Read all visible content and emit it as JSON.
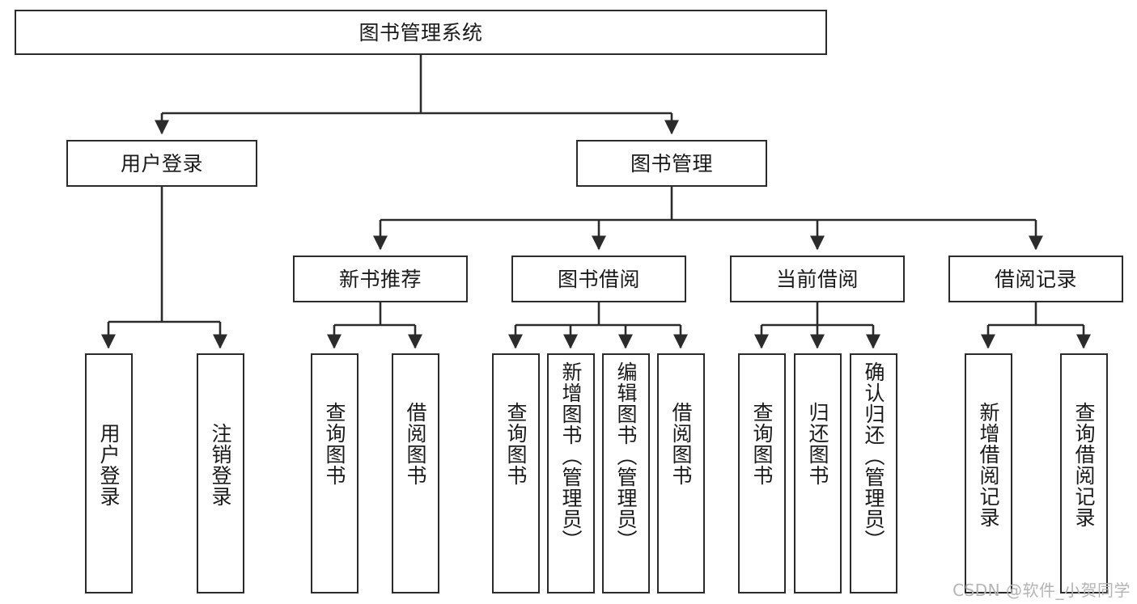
{
  "diagram": {
    "type": "tree-hierarchy",
    "title": "图书管理系统",
    "watermark": "CSDN @软件_小贺同学",
    "colors": {
      "box_border": "#2b2b2b",
      "box_fill": "#ffffff",
      "edge": "#2b2b2b",
      "text": "#1a1a1a",
      "background": "#ffffff",
      "watermark": "#b4b4b4"
    },
    "nodes": {
      "root": {
        "label": "图书管理系统"
      },
      "level2": [
        {
          "id": "user-login",
          "label": "用户登录"
        },
        {
          "id": "book-management",
          "label": "图书管理"
        }
      ],
      "level3": [
        {
          "id": "new-book-recommend",
          "label": "新书推荐"
        },
        {
          "id": "book-borrow",
          "label": "图书借阅"
        },
        {
          "id": "current-borrow",
          "label": "当前借阅"
        },
        {
          "id": "borrow-record",
          "label": "借阅记录"
        }
      ],
      "leaves": {
        "user-login": [
          {
            "id": "leaf-user-login",
            "label": "用户登录"
          },
          {
            "id": "leaf-logout",
            "label": "注销登录"
          }
        ],
        "new-book-recommend": [
          {
            "id": "leaf-query-book-1",
            "label": "查询图书"
          },
          {
            "id": "leaf-borrow-book-1",
            "label": "借阅图书"
          }
        ],
        "book-borrow": [
          {
            "id": "leaf-query-book-2",
            "label": "查询图书"
          },
          {
            "id": "leaf-add-book",
            "label": "新增图书（管理员）"
          },
          {
            "id": "leaf-edit-book",
            "label": "编辑图书（管理员）"
          },
          {
            "id": "leaf-borrow-book-2",
            "label": "借阅图书"
          }
        ],
        "current-borrow": [
          {
            "id": "leaf-query-book-3",
            "label": "查询图书"
          },
          {
            "id": "leaf-return-book",
            "label": "归还图书"
          },
          {
            "id": "leaf-confirm-return",
            "label": "确认归还（管理员）"
          }
        ],
        "borrow-record": [
          {
            "id": "leaf-add-record",
            "label": "新增借阅记录"
          },
          {
            "id": "leaf-query-record",
            "label": "查询借阅记录"
          }
        ]
      }
    }
  }
}
